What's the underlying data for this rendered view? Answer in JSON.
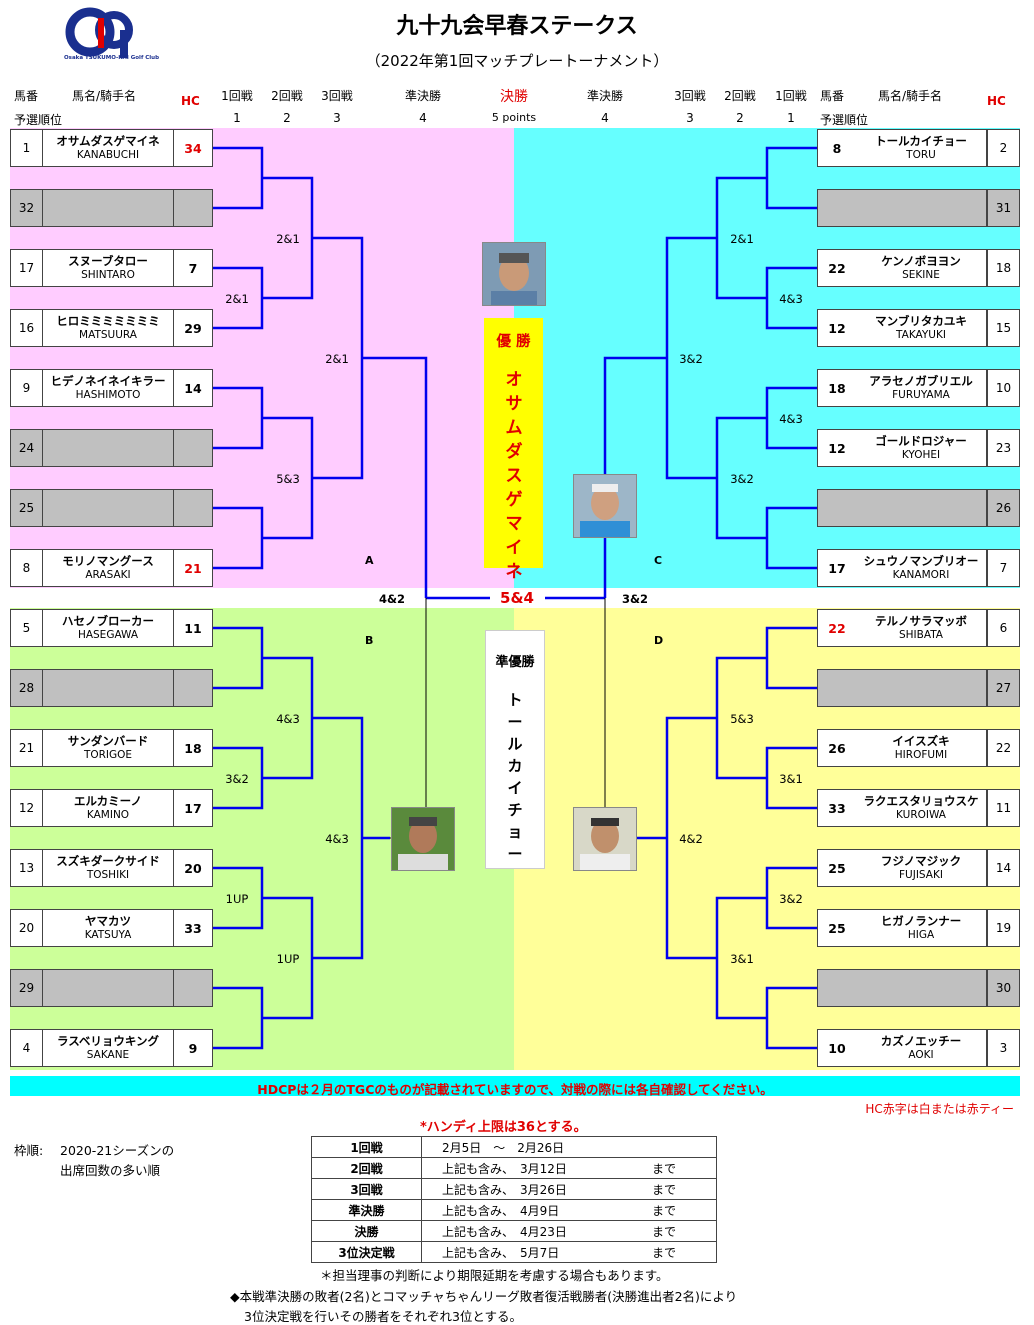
{
  "title": "九十九会早春ステークス",
  "subtitle": "（2022年第1回マッチプレートーナメント）",
  "logo": {
    "text": "Osaka TSUKUMO-KAI Golf Club",
    "color": "#1a2f8f"
  },
  "header_left": {
    "umaban": "馬番",
    "horse_jockey": "馬名/騎手名",
    "hc": "HC",
    "seed": "予選順位",
    "r1": "1回戦",
    "r2": "2回戦",
    "r3": "3回戦",
    "sf": "準決勝",
    "n1": "1",
    "n2": "2",
    "n3": "3",
    "n4": "4"
  },
  "header_center": {
    "final": "決勝",
    "points": "5 points"
  },
  "header_right": {
    "sf": "準決勝",
    "r3": "3回戦",
    "r2": "2回戦",
    "r1": "1回戦",
    "umaban": "馬番",
    "horse_jockey": "馬名/騎手名",
    "hc": "HC",
    "seed": "予選順位",
    "n4": "4",
    "n3": "3",
    "n2": "2",
    "n1": "1"
  },
  "left_entries": [
    {
      "no": "1",
      "horse": "オサムダスゲマイネ",
      "jockey": "KANABUCHI",
      "hc": "34",
      "hc_red": true
    },
    {
      "no": "32",
      "horse": "",
      "jockey": "",
      "hc": "",
      "empty": true
    },
    {
      "no": "17",
      "horse": "スヌーブタロー",
      "jockey": "SHINTARO",
      "hc": "7"
    },
    {
      "no": "16",
      "horse": "ヒロミミミミミミミ",
      "jockey": "MATSUURA",
      "hc": "29"
    },
    {
      "no": "9",
      "horse": "ヒデノネイネイキラー",
      "jockey": "HASHIMOTO",
      "hc": "14"
    },
    {
      "no": "24",
      "horse": "",
      "jockey": "",
      "hc": "",
      "empty": true
    },
    {
      "no": "25",
      "horse": "",
      "jockey": "",
      "hc": "",
      "empty": true
    },
    {
      "no": "8",
      "horse": "モリノマングース",
      "jockey": "ARASAKI",
      "hc": "21",
      "hc_red": true
    },
    {
      "no": "5",
      "horse": "ハセノブローカー",
      "jockey": "HASEGAWA",
      "hc": "11"
    },
    {
      "no": "28",
      "horse": "",
      "jockey": "",
      "hc": "",
      "empty": true
    },
    {
      "no": "21",
      "horse": "サンダンバード",
      "jockey": "TORIGOE",
      "hc": "18"
    },
    {
      "no": "12",
      "horse": "エルカミーノ",
      "jockey": "KAMINO",
      "hc": "17"
    },
    {
      "no": "13",
      "horse": "スズキダークサイド",
      "jockey": "TOSHIKI",
      "hc": "20"
    },
    {
      "no": "20",
      "horse": "ヤマカツ",
      "jockey": "KATSUYA",
      "hc": "33"
    },
    {
      "no": "29",
      "horse": "",
      "jockey": "",
      "hc": "",
      "empty": true
    },
    {
      "no": "4",
      "horse": "ラスベリョウキング",
      "jockey": "SAKANE",
      "hc": "9"
    }
  ],
  "right_entries": [
    {
      "no": "2",
      "horse": "トールカイチョー",
      "jockey": "TORU",
      "hc": "8"
    },
    {
      "no": "31",
      "horse": "",
      "jockey": "",
      "hc": "",
      "empty": true
    },
    {
      "no": "18",
      "horse": "ケンノボヨヨン",
      "jockey": "SEKINE",
      "hc": "22"
    },
    {
      "no": "15",
      "horse": "マンブリタカユキ",
      "jockey": "TAKAYUKI",
      "hc": "12"
    },
    {
      "no": "10",
      "horse": "アラセノガブリエル",
      "jockey": "FURUYAMA",
      "hc": "18"
    },
    {
      "no": "23",
      "horse": "ゴールドロジャー",
      "jockey": "KYOHEI",
      "hc": "12"
    },
    {
      "no": "26",
      "horse": "",
      "jockey": "",
      "hc": "",
      "empty": true
    },
    {
      "no": "7",
      "horse": "シュウノマンブリオー",
      "jockey": "KANAMORI",
      "hc": "17"
    },
    {
      "no": "6",
      "horse": "テルノサラマッボ",
      "jockey": "SHIBATA",
      "hc": "22",
      "hc_red": true
    },
    {
      "no": "27",
      "horse": "",
      "jockey": "",
      "hc": "",
      "empty": true
    },
    {
      "no": "22",
      "horse": "イイスズキ",
      "jockey": "HIROFUMI",
      "hc": "26"
    },
    {
      "no": "11",
      "horse": "ラクエスタリョウスケ",
      "jockey": "KUROIWA",
      "hc": "33"
    },
    {
      "no": "14",
      "horse": "フジノマジック",
      "jockey": "FUJISAKI",
      "hc": "25"
    },
    {
      "no": "19",
      "horse": "ヒガノランナー",
      "jockey": "HIGA",
      "hc": "25"
    },
    {
      "no": "30",
      "horse": "",
      "jockey": "",
      "hc": "",
      "empty": true
    },
    {
      "no": "3",
      "horse": "カズノエッチー",
      "jockey": "AOKI",
      "hc": "10"
    }
  ],
  "scores_left": {
    "r2_a1": "2&1",
    "r2_a2": "2&1",
    "r3_a": "2&1",
    "r2_a3": "5&3",
    "r2_b1": "4&3",
    "r2_b2": "3&2",
    "r3_b": "4&3",
    "r2_b3": "1UP",
    "r2_b4": "1UP",
    "sf": "4&2"
  },
  "scores_right": {
    "r2_c1": "2&1",
    "r2_c2": "4&3",
    "r3_c": "3&2",
    "r2_c3": "4&3",
    "r2_c4": "3&2",
    "r2_d1": "5&3",
    "r2_d2": "3&1",
    "r3_d": "4&2",
    "r2_d3": "3&2",
    "r2_d4": "3&1",
    "sf": "3&2"
  },
  "final_score": "5&4",
  "quadrants": {
    "a": "A",
    "b": "B",
    "c": "C",
    "d": "D"
  },
  "champion": {
    "label": "優 勝",
    "name": "オサムダスゲマイネ"
  },
  "runner_up": {
    "label": "準優勝",
    "name": "トールカイチョー"
  },
  "notice": "HDCPは２月のTGCのものが記載されていますので、対戦の際には各自確認してください。",
  "hc_note": "HC赤字は白または赤ティー",
  "handicap_limit": "*ハンディ上限は36とする。",
  "seeding": {
    "label": "枠順:",
    "line1": "2020-21シーズンの",
    "line2": "出席回数の多い順"
  },
  "schedule": [
    {
      "round": "1回戦",
      "desc": "2月5日　～　2月26日",
      "until": ""
    },
    {
      "round": "2回戦",
      "desc": "上記も含み、　3月12日",
      "until": "まで"
    },
    {
      "round": "3回戦",
      "desc": "上記も含み、　3月26日",
      "until": "まで"
    },
    {
      "round": "準決勝",
      "desc": "上記も含み、　4月9日",
      "until": "まで"
    },
    {
      "round": "決勝",
      "desc": "上記も含み、　4月23日",
      "until": "まで"
    },
    {
      "round": "3位決定戦",
      "desc": "上記も含み、　5月7日",
      "until": "まで"
    }
  ],
  "footnote1": "＊担当理事の判断により期限延期を考慮する場合もあります。",
  "footnote2": "◆本戦準決勝の敗者(2名)とコマッチャちゃんリーグ敗者復活戦勝者(決勝進出者2名)により",
  "footnote3": "3位決定戦を行いその勝者をそれぞれ3位とする。",
  "colors": {
    "pink": "#ffccff",
    "cyan": "#66ffff",
    "green": "#ccff99",
    "yellow": "#ffff99",
    "line": "#0000ee",
    "red": "#e00000"
  }
}
